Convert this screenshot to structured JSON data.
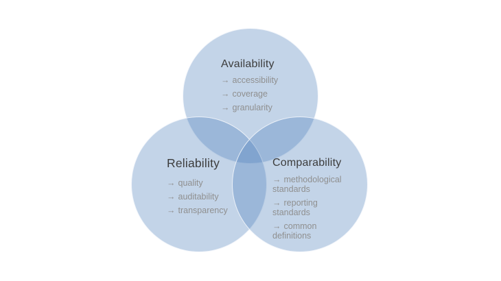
{
  "diagram": {
    "type": "venn",
    "background_color": "#ffffff",
    "circle_color": "#4f81bd",
    "circle_opacity": 0.34,
    "overlap_color_double": "#a3bfdf",
    "overlap_color_triple": "#7fa7d3",
    "title_color": "#3c3c3c",
    "item_color": "#8f8f8f",
    "arrow": "→",
    "sets": [
      {
        "title": "Availability",
        "items": [
          "accessibility",
          "coverage",
          "granularity"
        ]
      },
      {
        "title": "Reliability",
        "items": [
          "quality",
          "auditability",
          "transparency"
        ]
      },
      {
        "title": "Comparability",
        "items": [
          "methodological standards",
          "reporting standards",
          "common definitions"
        ]
      }
    ]
  }
}
